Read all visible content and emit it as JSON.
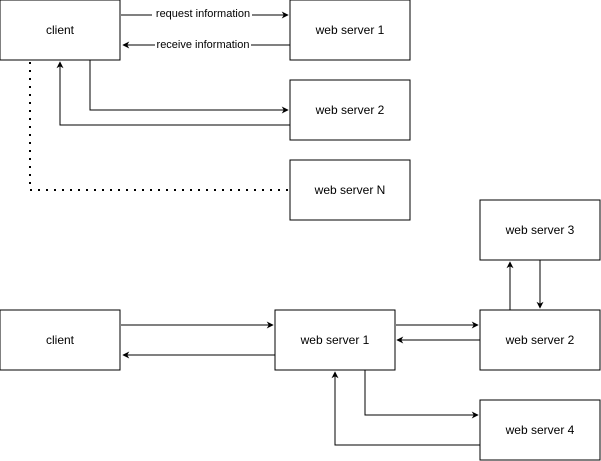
{
  "diagram": {
    "nodes": {
      "top_client": "client",
      "top_ws1": "web server 1",
      "top_ws2": "web server 2",
      "top_wsn": "web server N",
      "bottom_client": "client",
      "bottom_ws1": "web server 1",
      "bottom_ws2": "web server 2",
      "bottom_ws3": "web server 3",
      "bottom_ws4": "web server 4"
    },
    "edge_labels": {
      "request": "request information",
      "receive": "receive information"
    }
  }
}
